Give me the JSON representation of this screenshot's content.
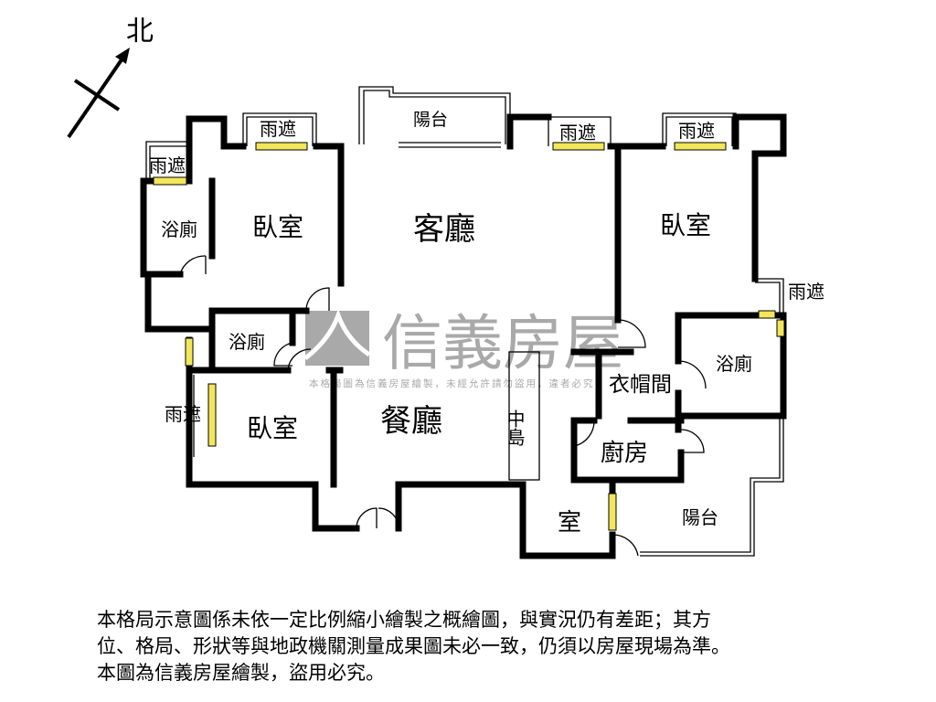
{
  "compass": {
    "label": "北"
  },
  "rooms": {
    "balcony_top": "陽台",
    "living": "客廳",
    "bedroom_left_top": "臥室",
    "bedroom_right": "臥室",
    "bedroom_left_bottom": "臥室",
    "bath_left": "浴廁",
    "bath_middle": "浴廁",
    "bath_right": "浴廁",
    "dining": "餐廳",
    "island": "中島",
    "closet": "衣帽間",
    "kitchen": "廚房",
    "room_small": "室",
    "balcony_bottom": "陽台"
  },
  "canopies": {
    "c1": "雨遮",
    "c2": "雨遮",
    "c3": "雨遮",
    "c4": "雨遮",
    "c5": "雨遮",
    "c6": "雨遮"
  },
  "watermark": {
    "brand": "信義房屋",
    "notice": "本格局圖為信義房屋繪製，未經允許請勿盜用，違者必究"
  },
  "disclaimer": {
    "line1": "本格局示意圖係未依一定比例縮小繪製之概繪圖，與實況仍有差距；其方",
    "line2": "位、格局、形狀等與地政機關測量成果圖未必一致，仍須以房屋現場為準。",
    "line3": "本圖為信義房屋繪製，盜用必究。"
  },
  "colors": {
    "wall": "#000000",
    "window": "#f2e65a",
    "watermark": "#a9a9a9"
  }
}
